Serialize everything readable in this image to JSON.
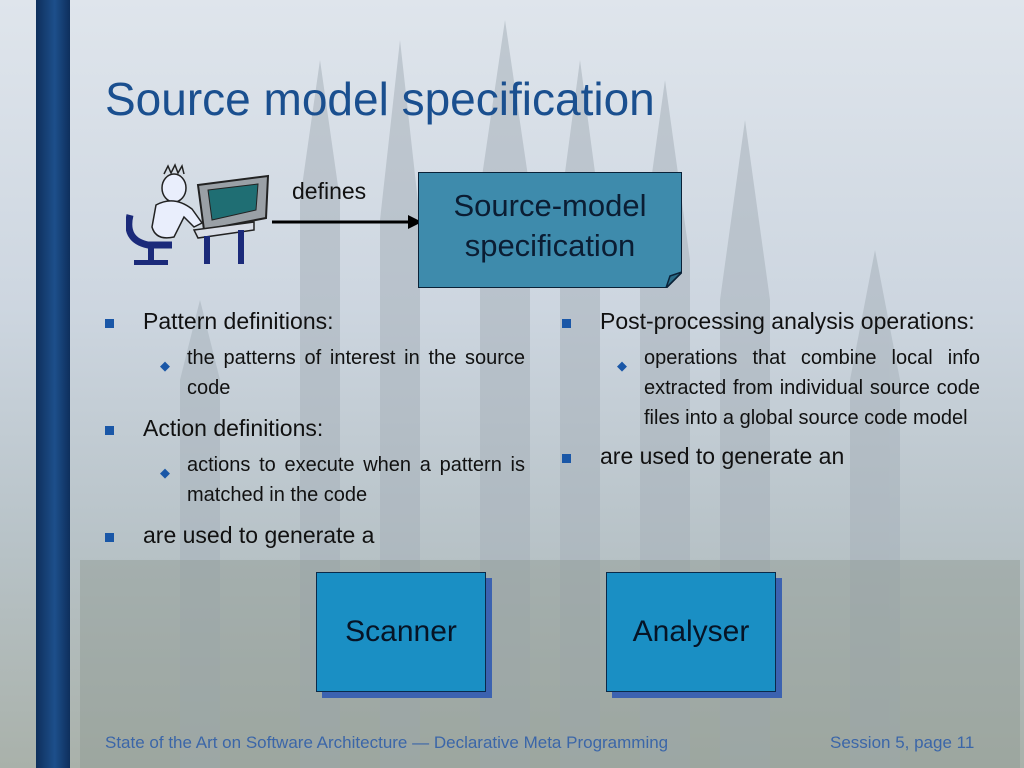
{
  "slide": {
    "title": "Source model specification",
    "defines_label": "defines",
    "spec_box": {
      "line1": "Source-model",
      "line2": "specification",
      "fill": "#3e8bac"
    },
    "left_column": {
      "items": [
        {
          "label": "Pattern definitions:",
          "sub": "the patterns of interest in the source code"
        },
        {
          "label": "Action definitions:",
          "sub": "actions to execute when a pattern is matched in the code"
        },
        {
          "label": "are used to generate a",
          "sub": ""
        }
      ]
    },
    "right_column": {
      "items": [
        {
          "label": "Post-processing analysis operations:",
          "sub": "operations that combine local info extracted from individual source code files into a global source code model"
        },
        {
          "label": "are used to generate an",
          "sub": ""
        }
      ]
    },
    "boxes": {
      "scanner": "Scanner",
      "analyser": "Analyser"
    },
    "footer": {
      "left": "State of the Art on Software Architecture — Declarative Meta Programming",
      "right": "Session 5, page 11"
    },
    "colors": {
      "title": "#1a4f8f",
      "accent": "#1a57a7",
      "box_fill": "#1a8fc4",
      "left_bar": "#1d4f8b"
    },
    "icons": [
      "person-at-computer-icon",
      "arrow-right-icon",
      "square-bullet-icon",
      "diamond-bullet-icon"
    ]
  }
}
